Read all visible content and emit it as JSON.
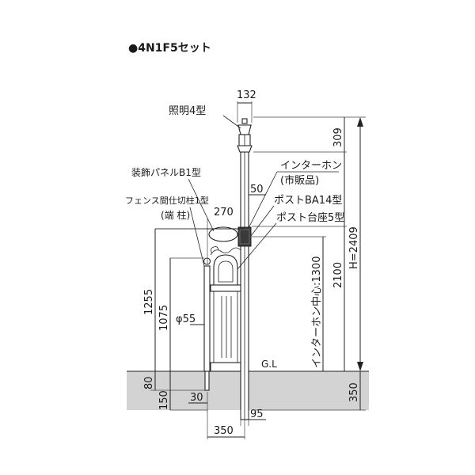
{
  "title": "●4N1F5セット",
  "labels": {
    "lighting": "照明4型",
    "intercom": "インターホン",
    "intercom_note": "(市販品)",
    "decor_panel": "装飾パネルB1型",
    "fence_post": "フェンス間仕切柱1型",
    "fence_post_note": "(端 柱)",
    "post": "ポストBA14型",
    "post_base": "ポスト台座5型",
    "ground": "G.L",
    "phi": "φ55"
  },
  "dimensions": {
    "top_width": "132",
    "lamp_height": "309",
    "intercom_offset": "50",
    "panel_width": "270",
    "h_1255": "1255",
    "h_1075": "1075",
    "intercom_center": "インターホン中心:1300",
    "h_2100": "2100",
    "total_height": "H=2409",
    "depth_80": "80",
    "depth_150": "150",
    "w_30": "30",
    "w_95": "95",
    "w_350": "350",
    "depth_350": "350"
  },
  "colors": {
    "ground": "#d3d3d3",
    "line": "#222222"
  }
}
